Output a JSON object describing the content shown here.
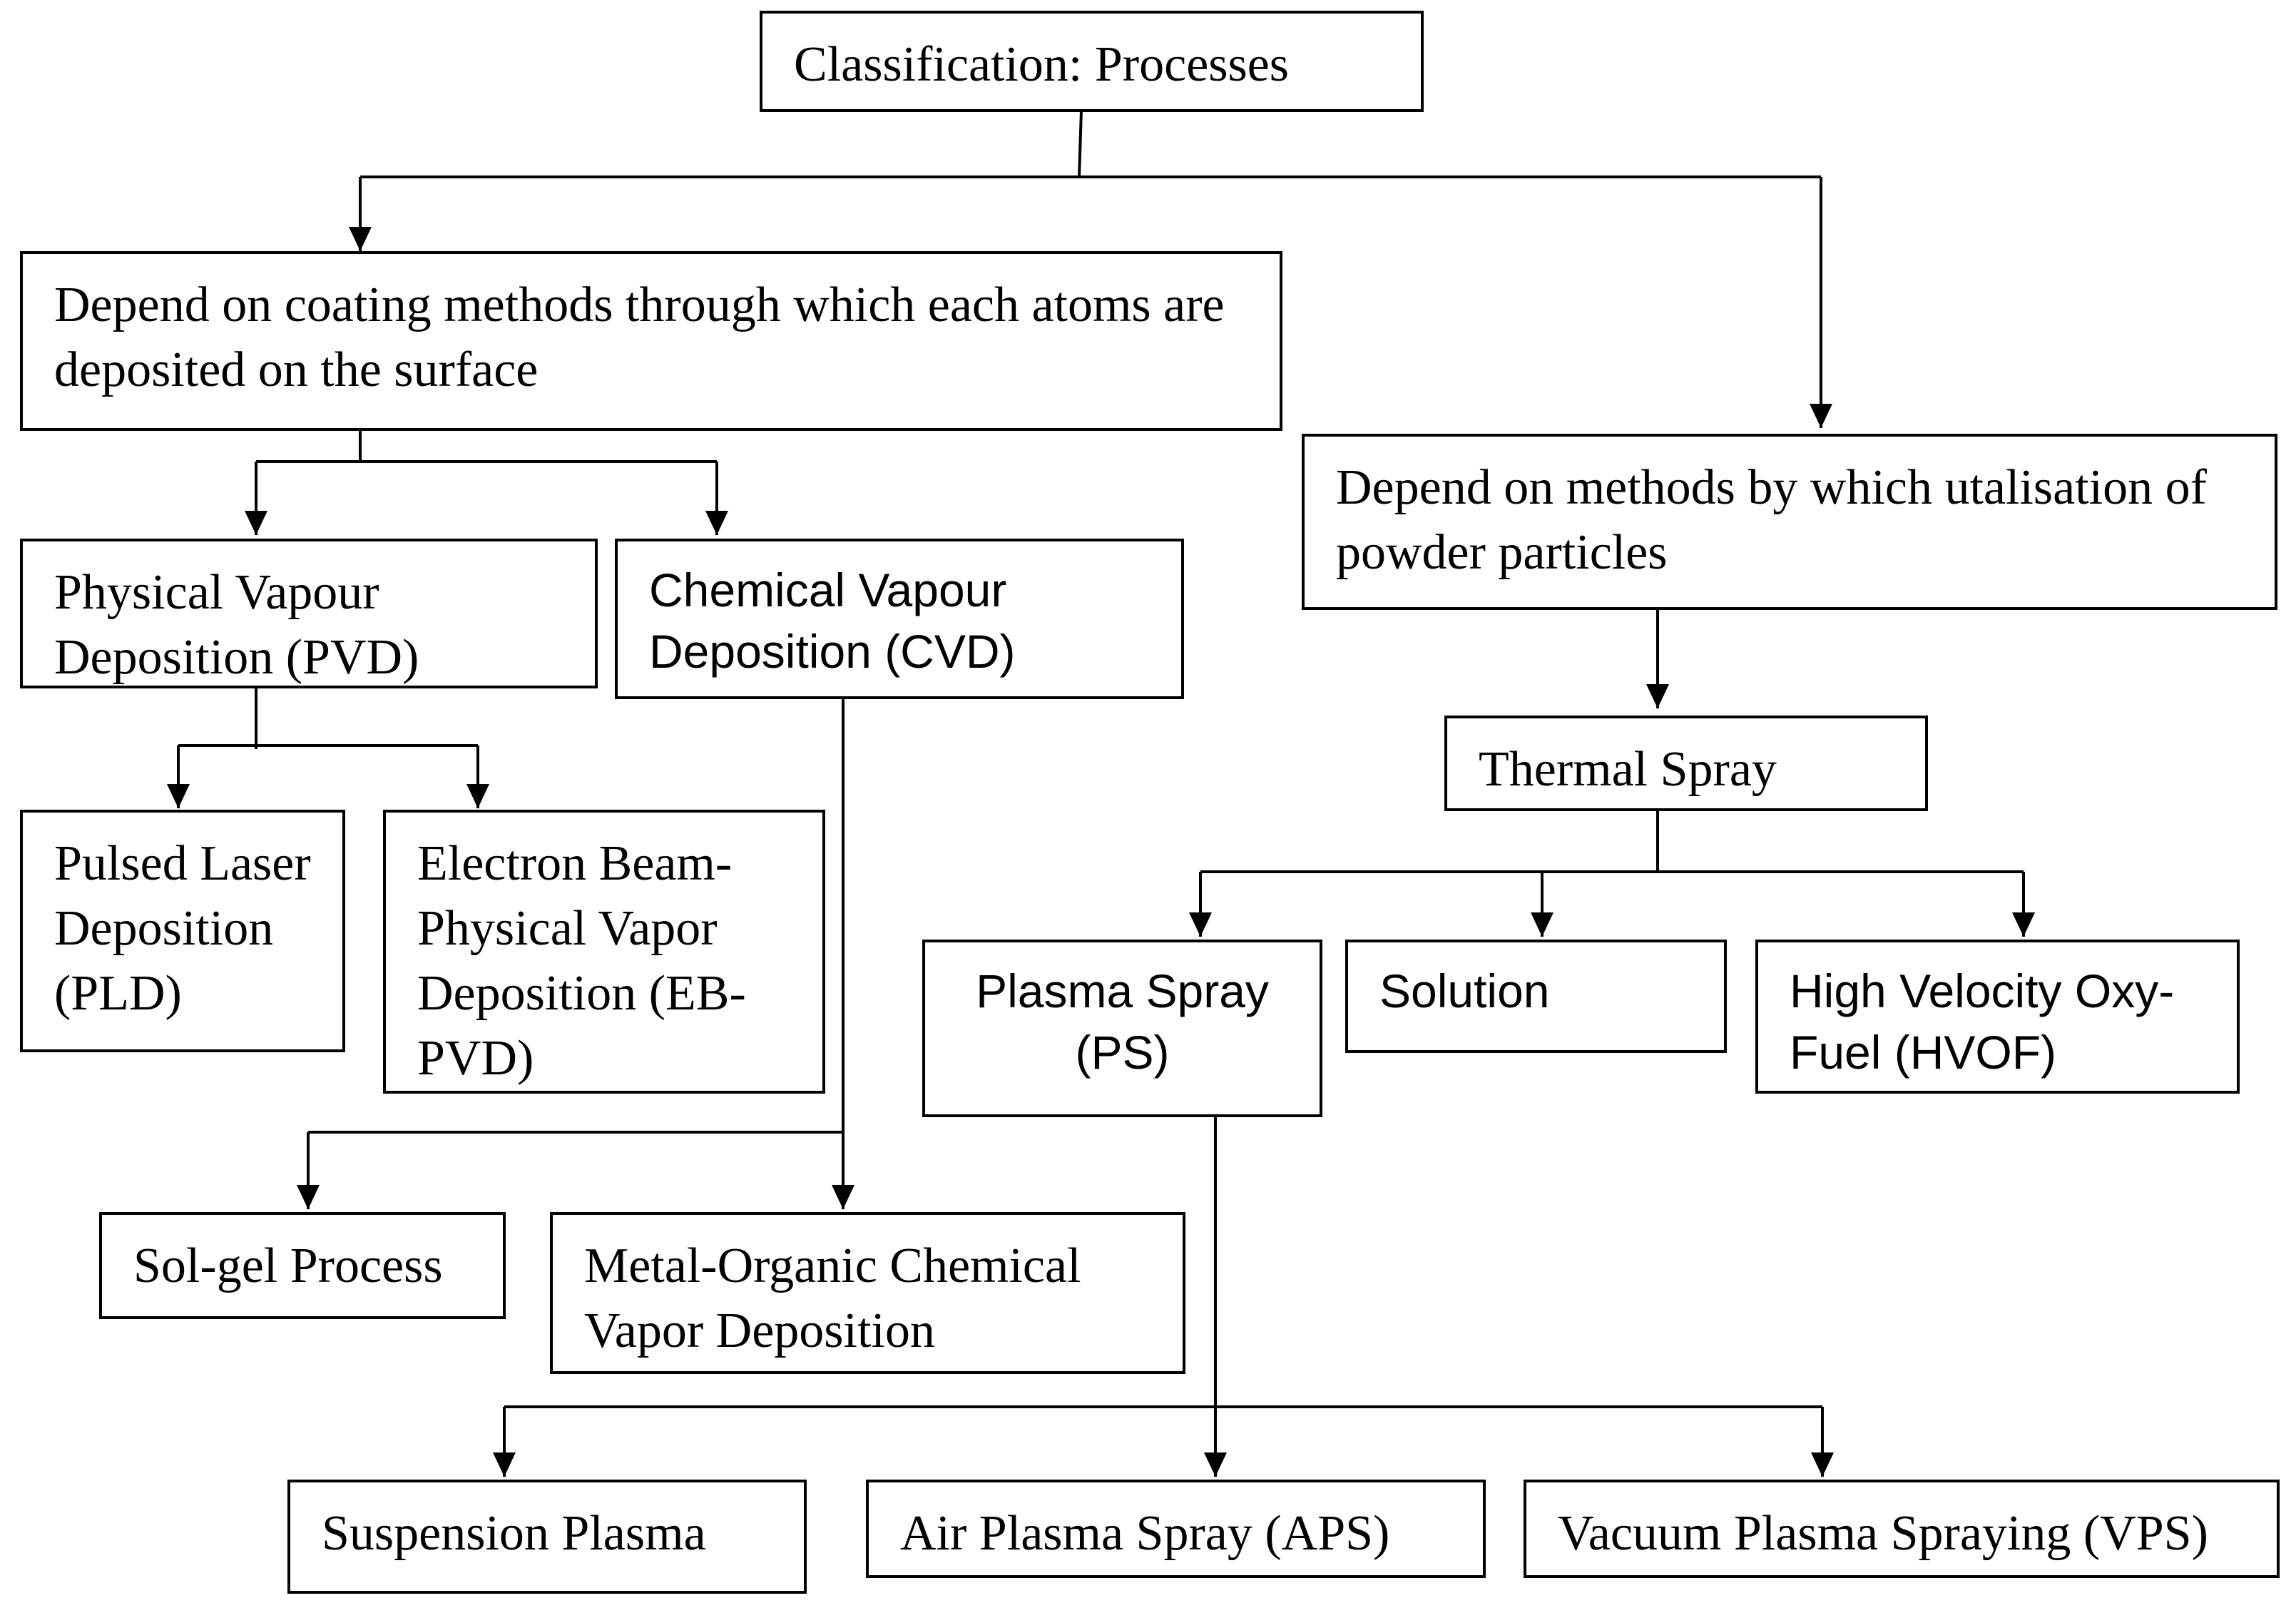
{
  "nodes": {
    "root": "Classification: Processes",
    "atoms": "Depend on coating methods  through which each atoms are deposited  on the surface",
    "powder": "Depend on methods by which utalisation of powder particles",
    "pvd": "Physical Vapour\nDeposition (PVD)",
    "cvd": "Chemical Vapour\nDeposition (CVD)",
    "pld": "Pulsed Laser\nDeposition\n(PLD)",
    "ebpvd": "Electron Beam-\nPhysical Vapor\nDeposition (EB-\nPVD)",
    "thermal": "Thermal Spray",
    "ps": "Plasma Spray\n(PS)",
    "solution": "Solution",
    "hvof": "High Velocity Oxy-\nFuel (HVOF)",
    "solgel": "Sol-gel Process",
    "mocvd": "Metal-Organic Chemical\nVapor Deposition",
    "suspension": "Suspension Plasma",
    "aps": "Air Plasma Spray (APS)",
    "vps": "Vacuum Plasma Spraying (VPS)"
  }
}
